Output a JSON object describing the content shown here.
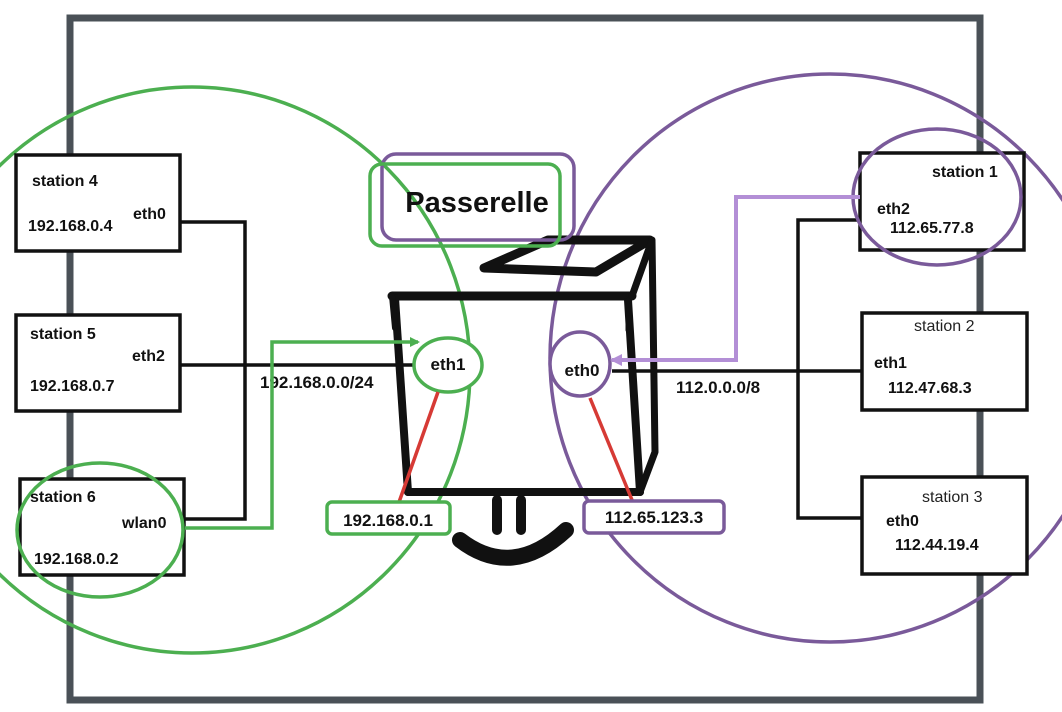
{
  "gateway": {
    "title": "Passerelle",
    "eth1_label": "eth1",
    "eth0_label": "eth0",
    "eth1_ip": "192.168.0.1",
    "eth0_ip": "112.65.123.3"
  },
  "networks": {
    "lan_subnet": "192.168.0.0/24",
    "wan_subnet": "112.0.0.0/8"
  },
  "stations": {
    "station4": {
      "name": "station 4",
      "iface": "eth0",
      "ip": "192.168.0.4"
    },
    "station5": {
      "name": "station 5",
      "iface": "eth2",
      "ip": "192.168.0.7"
    },
    "station6": {
      "name": "station 6",
      "iface": "wlan0",
      "ip": "192.168.0.2"
    },
    "station1": {
      "name": "station 1",
      "iface": "eth2",
      "ip": "112.65.77.8"
    },
    "station2": {
      "name": "station 2",
      "iface": "eth1",
      "ip": "112.47.68.3"
    },
    "station3": {
      "name": "station 3",
      "iface": "eth0",
      "ip": "112.44.19.4"
    }
  },
  "colors": {
    "green": "#4caf50",
    "purple": "#7a5a9a",
    "light_purple": "#b38fd6",
    "red": "#d63a35",
    "frame": "#4a5157"
  }
}
